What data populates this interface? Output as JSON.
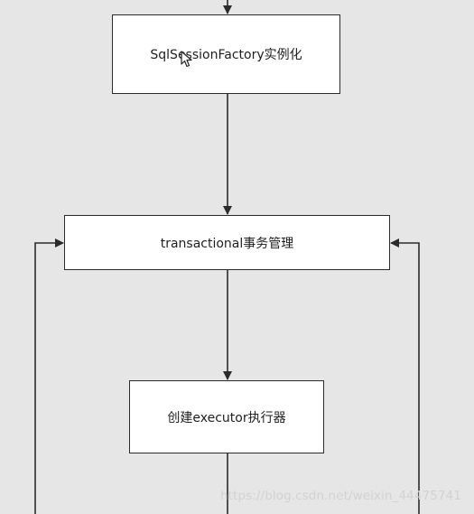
{
  "nodes": {
    "factory": {
      "label": "SqlSessionFactory实例化"
    },
    "transaction": {
      "label": "transactional事务管理"
    },
    "executor": {
      "label": "创建executor执行器"
    }
  },
  "watermark": {
    "text": "https://blog.csdn.net/weixin_44475741"
  },
  "colors": {
    "background": "#e6e6e6",
    "box_fill": "#ffffff",
    "stroke": "#2b2b2b"
  },
  "icons": {
    "cursor": "mouse-pointer-icon"
  }
}
